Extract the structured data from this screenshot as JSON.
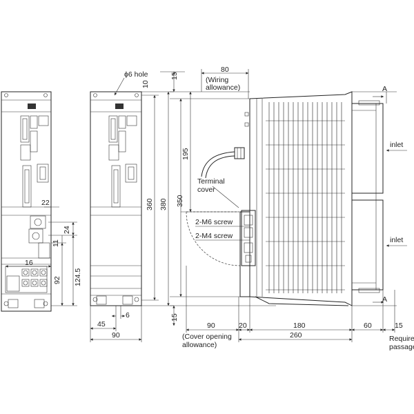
{
  "labels": {
    "hole": "ϕ6 hole",
    "wiring_value": "80",
    "wiring_label_1": "(Wiring",
    "wiring_label_2": "allowance)",
    "terminal_cover_1": "Terminal",
    "terminal_cover_2": "cover",
    "screw_m6": "2-M6 screw",
    "screw_m4": "2-M4 screw",
    "inlet_top": "inlet",
    "inlet_bottom": "inlet",
    "arrow_a_top": "A",
    "arrow_a_bottom": "A",
    "cover_opening_1": "(Cover opening",
    "cover_opening_2": "allowance)",
    "required_1": "Require",
    "required_2": "passage"
  },
  "dimensions": {
    "d22": "22",
    "d24": "24",
    "d11": "11",
    "d16": "16",
    "d124_5": "124.5",
    "d92": "92",
    "d45": "45",
    "d6": "6",
    "d90_front": "90",
    "d15_top": "15",
    "d10": "10",
    "d360": "360",
    "d380": "380",
    "d350": "350",
    "d195": "195",
    "d15_bottom": "15",
    "d90_side": "90",
    "d20": "20",
    "d180": "180",
    "d60": "60",
    "d15_right": "15",
    "d260": "260"
  }
}
